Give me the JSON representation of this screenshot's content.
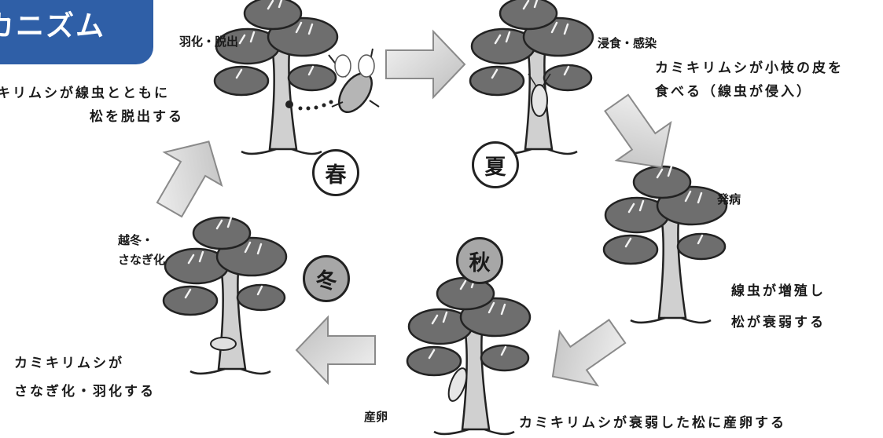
{
  "title": "カニズム",
  "stages": {
    "emergence": {
      "label": "羽化・脱出",
      "desc": [
        "キリムシが線虫とともに",
        "松を脱出する"
      ]
    },
    "feeding": {
      "label": "浸食・感染",
      "desc": [
        "カミキリムシが小枝の皮を",
        "食べる（線虫が侵入）"
      ]
    },
    "onset": {
      "label": "発病",
      "desc": [
        "線虫が増殖し",
        "松が衰弱する"
      ]
    },
    "oviposition": {
      "label": "産卵",
      "desc": [
        "カミキリムシが衰弱した松に産卵する"
      ]
    },
    "overwinter": {
      "label": [
        "越冬・",
        "さなぎ化"
      ],
      "desc": [
        "カミキリムシが",
        "さなぎ化・羽化する"
      ]
    }
  },
  "seasons": {
    "spring": "春",
    "summer": "夏",
    "autumn": "秋",
    "winter": "冬"
  },
  "colors": {
    "title_bg": "#2f5fa7",
    "arrow_fill": "#d9d9d9",
    "tree_foliage": "#6e6e6e",
    "season_dark": "#a7a7a7"
  }
}
